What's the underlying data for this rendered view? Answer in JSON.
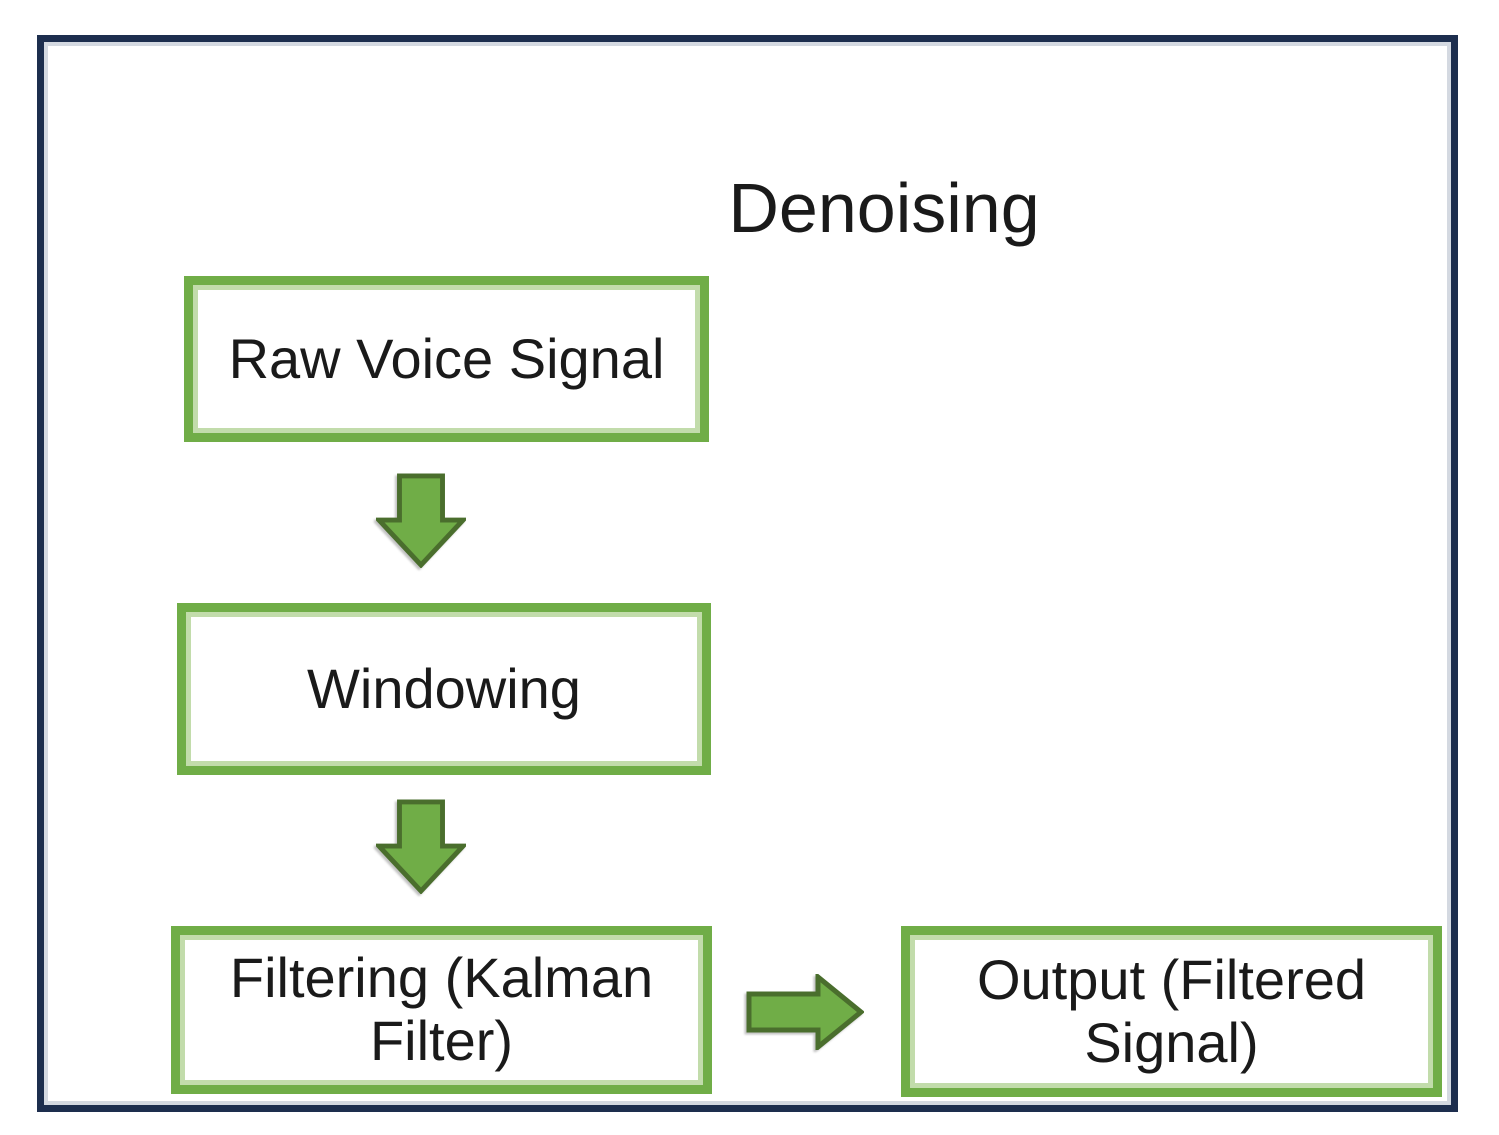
{
  "diagram": {
    "title": "Denoising",
    "nodes": [
      {
        "id": "raw-voice-signal",
        "label": "Raw Voice Signal"
      },
      {
        "id": "windowing",
        "label": "Windowing"
      },
      {
        "id": "filtering-kalman",
        "label": "Filtering (Kalman Filter)"
      },
      {
        "id": "output-filtered",
        "label": "Output (Filtered Signal)"
      }
    ],
    "edges": [
      {
        "from": "raw-voice-signal",
        "to": "windowing",
        "direction": "down"
      },
      {
        "from": "windowing",
        "to": "filtering-kalman",
        "direction": "down"
      },
      {
        "from": "filtering-kalman",
        "to": "output-filtered",
        "direction": "right"
      }
    ],
    "colors": {
      "box_border": "#70ad47",
      "box_border_inner_highlight": "#c2dcab",
      "arrow_fill": "#70ad47",
      "arrow_outline": "#4a6e2d",
      "frame_border": "#1d2e4e",
      "frame_inner_line": "#d4d9e1",
      "text": "#1a1a1a",
      "background": "#ffffff"
    }
  }
}
